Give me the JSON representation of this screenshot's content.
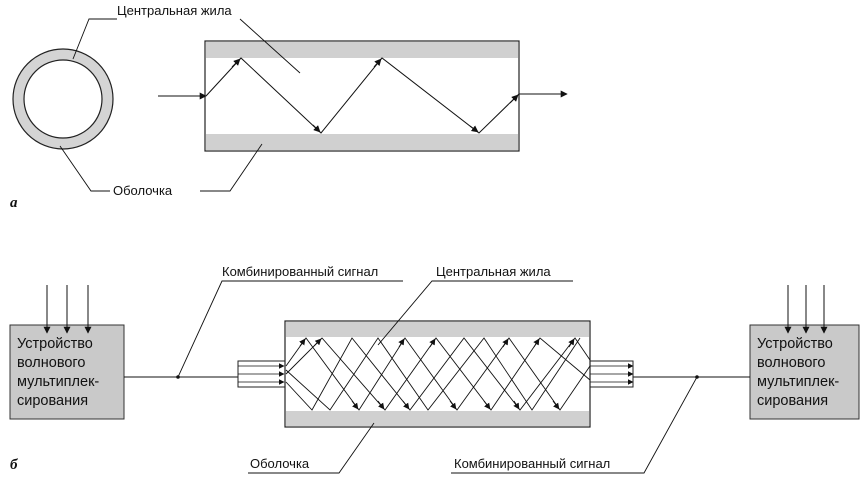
{
  "panel_a": {
    "letter": "а",
    "label_core": "Центральная жила",
    "label_cladding": "Оболочка"
  },
  "panel_b": {
    "letter": "б",
    "label_combined_top": "Комбинированный сигнал",
    "label_core": "Центральная жила",
    "label_cladding": "Оболочка",
    "label_combined_bottom": "Комбинированный сигнал",
    "mux_left": [
      "Устройство",
      "волнового",
      "мультиплек-",
      "сирования"
    ],
    "mux_right": [
      "Устройство",
      "волнового",
      "мультиплек-",
      "сирования"
    ]
  }
}
